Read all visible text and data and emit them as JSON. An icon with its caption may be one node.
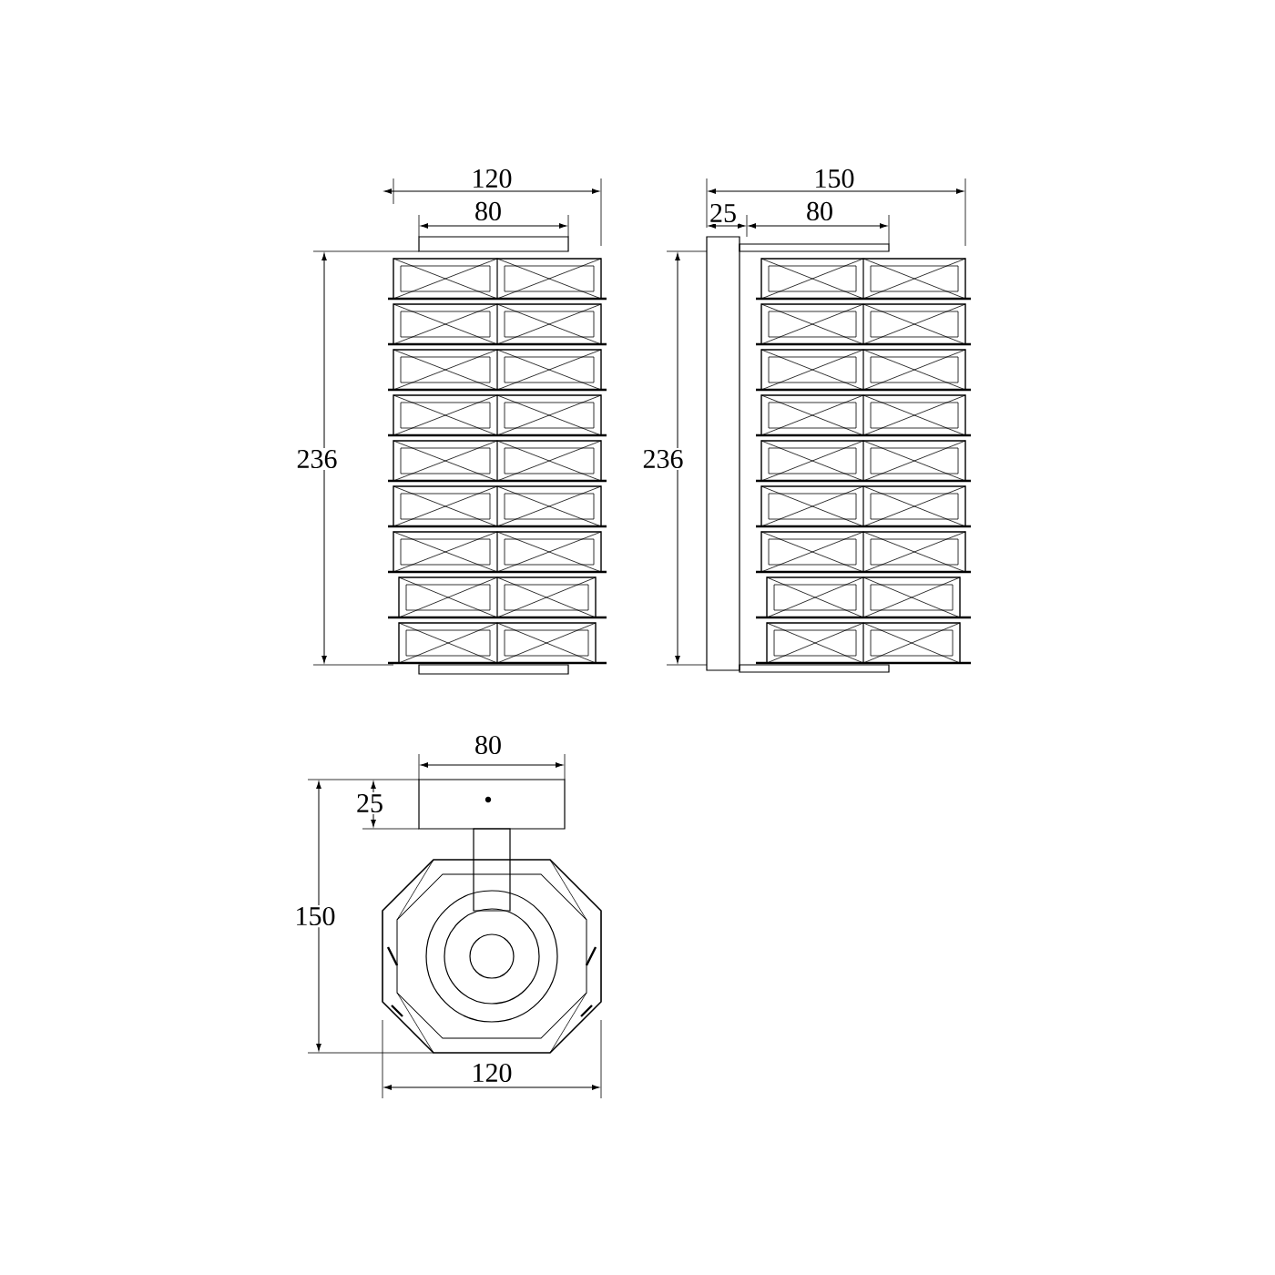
{
  "diagram": {
    "labels": [
      "120",
      "150",
      "80",
      "25",
      "80",
      "236",
      "236",
      "80",
      "25",
      "150",
      "120"
    ]
  }
}
